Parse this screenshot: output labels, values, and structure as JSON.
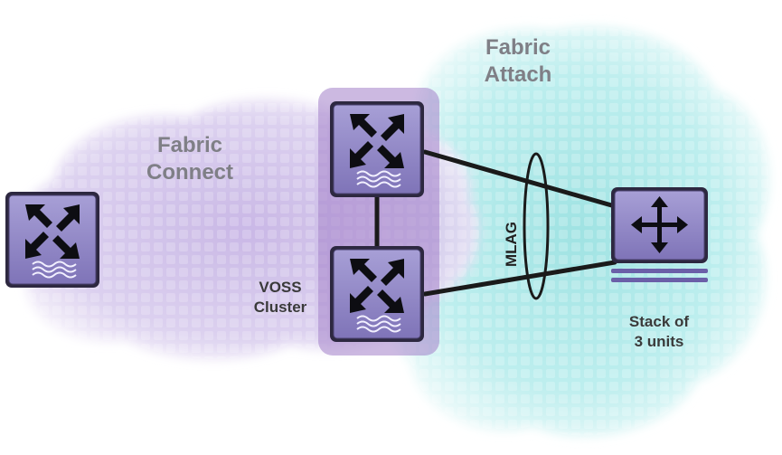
{
  "labels": {
    "fabric_connect": "Fabric\nConnect",
    "fabric_attach": "Fabric\nAttach",
    "voss_cluster": "VOSS\nCluster",
    "mlag": "MLAG",
    "stack": "Stack of\n3 units"
  },
  "colors": {
    "cloud_purple": "#c9b6e6",
    "cloud_teal": "#a8e6e6",
    "cluster_highlight": "#a27fc9",
    "device_fill": "#8c82c4",
    "device_border": "#3a3350",
    "link": "#1a1a1a"
  },
  "icons": {
    "routing_switch": "fabric-switch-icon",
    "stack_switch": "four-way-arrows-icon"
  }
}
